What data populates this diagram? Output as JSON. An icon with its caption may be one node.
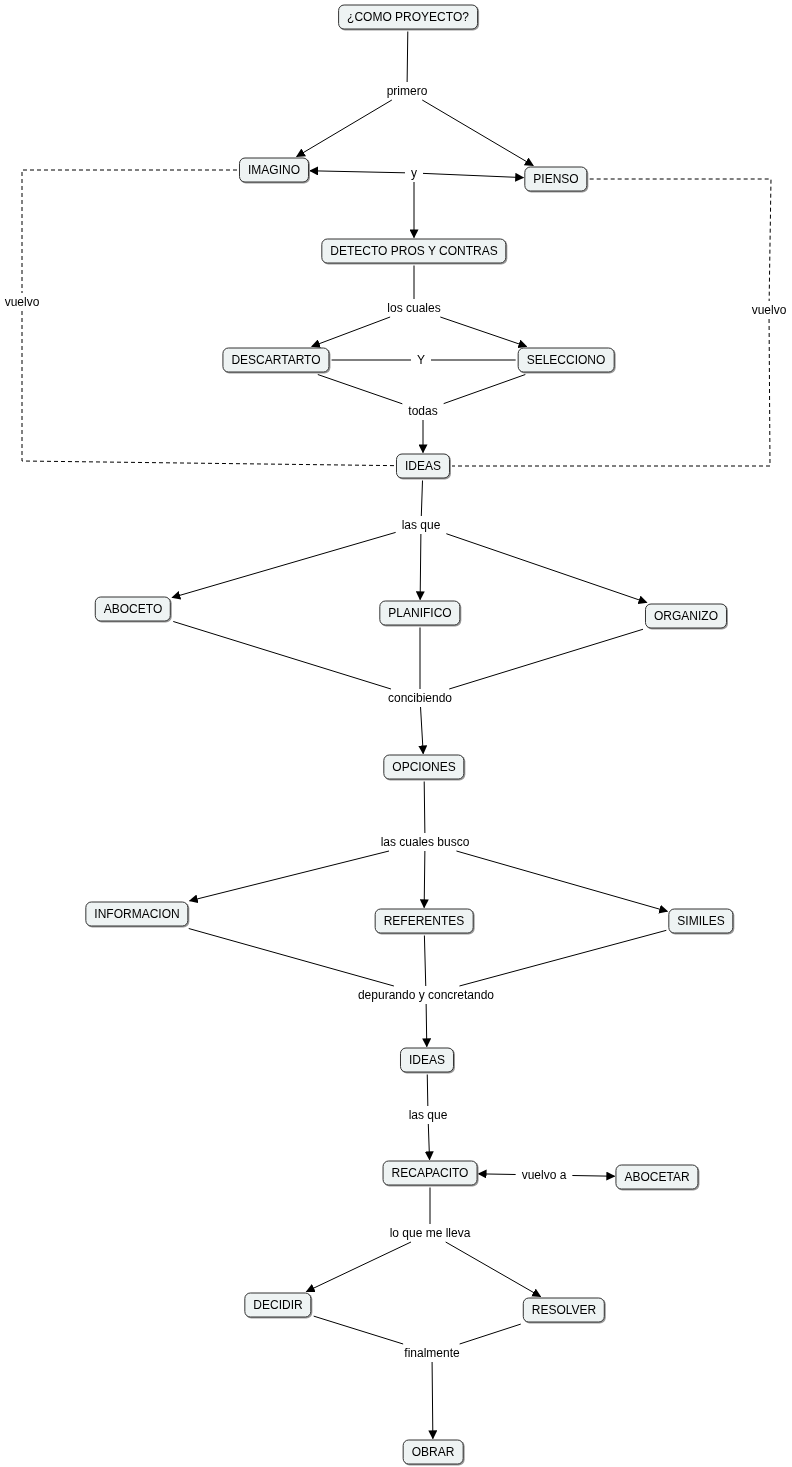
{
  "diagram": {
    "nodes": [
      {
        "text": [
          "¿COMO PROYECTO?"
        ]
      },
      {
        "text": [
          "primero"
        ]
      },
      {
        "text": [
          "IMAGINO"
        ]
      },
      {
        "text": [
          "y"
        ]
      },
      {
        "text": [
          "PIENSO"
        ]
      },
      {
        "text": [
          "DETECTO PROS Y CONTRAS"
        ]
      },
      {
        "text": [
          "los cuales"
        ]
      },
      {
        "text": [
          "DESCARTARTO"
        ]
      },
      {
        "text": [
          "Y"
        ]
      },
      {
        "text": [
          "SELECCIONO"
        ]
      },
      {
        "text": [
          "todas"
        ]
      },
      {
        "text": [
          "IDEAS"
        ]
      },
      {
        "text": [
          "vuelvo"
        ]
      },
      {
        "text": [
          "vuelvo"
        ]
      },
      {
        "text": [
          "las que"
        ]
      },
      {
        "text": [
          "ABOCETO"
        ]
      },
      {
        "text": [
          "PLANIFICO"
        ]
      },
      {
        "text": [
          "ORGANIZO"
        ]
      },
      {
        "text": [
          "concibiendo"
        ]
      },
      {
        "text": [
          "OPCIONES"
        ]
      },
      {
        "text": [
          "las cuales busco"
        ]
      },
      {
        "text": [
          "INFORMACION"
        ]
      },
      {
        "text": [
          "REFERENTES"
        ]
      },
      {
        "text": [
          "SIMILES"
        ]
      },
      {
        "text": [
          "depurando y concretando"
        ]
      },
      {
        "text": [
          "IDEAS"
        ]
      },
      {
        "text": [
          "las que"
        ]
      },
      {
        "text": [
          "RECAPACITO"
        ]
      },
      {
        "text": [
          "vuelvo a"
        ]
      },
      {
        "text": [
          "ABOCETAR"
        ]
      },
      {
        "text": [
          "lo que me lleva"
        ]
      },
      {
        "text": [
          "DECIDIR"
        ]
      },
      {
        "text": [
          "RESOLVER"
        ]
      },
      {
        "text": [
          "finalmente"
        ]
      },
      {
        "text": [
          "OBRAR"
        ]
      }
    ],
    "edges": [
      {
        "from": 0,
        "to": 1,
        "arrow": "none"
      },
      {
        "from": 1,
        "to": 2,
        "arrow": "to"
      },
      {
        "from": 1,
        "to": 4,
        "arrow": "to"
      },
      {
        "from": 3,
        "to": 2,
        "arrow": "to"
      },
      {
        "from": 3,
        "to": 4,
        "arrow": "to"
      },
      {
        "from": 3,
        "to": 5,
        "arrow": "to"
      },
      {
        "from": 5,
        "to": 6,
        "arrow": "none"
      },
      {
        "from": 6,
        "to": 7,
        "arrow": "to"
      },
      {
        "from": 6,
        "to": 9,
        "arrow": "to"
      },
      {
        "from": 7,
        "to": 8,
        "arrow": "none"
      },
      {
        "from": 8,
        "to": 9,
        "arrow": "none"
      },
      {
        "from": 7,
        "to": 10,
        "arrow": "none"
      },
      {
        "from": 9,
        "to": 10,
        "arrow": "none"
      },
      {
        "from": 10,
        "to": 11,
        "arrow": "to"
      },
      {
        "from": 2,
        "to": 12,
        "arrow": "none",
        "style": "dashed"
      },
      {
        "from": 12,
        "to": 11,
        "arrow": "none",
        "style": "dashed"
      },
      {
        "from": 4,
        "to": 13,
        "arrow": "none",
        "style": "dashed"
      },
      {
        "from": 13,
        "to": 11,
        "arrow": "none",
        "style": "dashed"
      },
      {
        "from": 11,
        "to": 14,
        "arrow": "none"
      },
      {
        "from": 14,
        "to": 15,
        "arrow": "to"
      },
      {
        "from": 14,
        "to": 16,
        "arrow": "to"
      },
      {
        "from": 14,
        "to": 17,
        "arrow": "to"
      },
      {
        "from": 15,
        "to": 18,
        "arrow": "none"
      },
      {
        "from": 16,
        "to": 18,
        "arrow": "none"
      },
      {
        "from": 17,
        "to": 18,
        "arrow": "none"
      },
      {
        "from": 18,
        "to": 19,
        "arrow": "to"
      },
      {
        "from": 19,
        "to": 20,
        "arrow": "none"
      },
      {
        "from": 20,
        "to": 21,
        "arrow": "to"
      },
      {
        "from": 20,
        "to": 22,
        "arrow": "to"
      },
      {
        "from": 20,
        "to": 23,
        "arrow": "to"
      },
      {
        "from": 21,
        "to": 24,
        "arrow": "none"
      },
      {
        "from": 22,
        "to": 24,
        "arrow": "none"
      },
      {
        "from": 23,
        "to": 24,
        "arrow": "none"
      },
      {
        "from": 24,
        "to": 25,
        "arrow": "to"
      },
      {
        "from": 25,
        "to": 26,
        "arrow": "none"
      },
      {
        "from": 26,
        "to": 27,
        "arrow": "to"
      },
      {
        "from": 28,
        "to": 27,
        "arrow": "to"
      },
      {
        "from": 28,
        "to": 29,
        "arrow": "to"
      },
      {
        "from": 27,
        "to": 30,
        "arrow": "none"
      },
      {
        "from": 30,
        "to": 31,
        "arrow": "to"
      },
      {
        "from": 30,
        "to": 32,
        "arrow": "to"
      },
      {
        "from": 31,
        "to": 33,
        "arrow": "none"
      },
      {
        "from": 32,
        "to": 33,
        "arrow": "none"
      },
      {
        "from": 33,
        "to": 34,
        "arrow": "to"
      }
    ]
  }
}
